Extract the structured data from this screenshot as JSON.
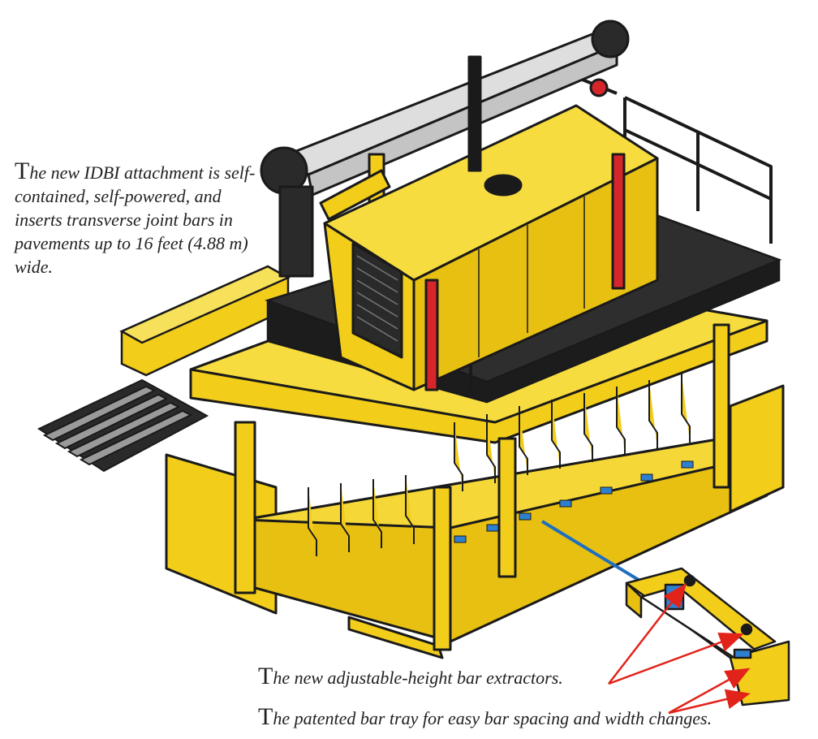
{
  "captions": {
    "intro_first": "T",
    "intro_rest": "he new IDBI attachment is self-contained, self-powered, and inserts transverse joint bars in pavements up to 16 feet (4.88 m) wide.",
    "extractors_first": "T",
    "extractors_rest": "he new adjustable-height bar extractors.",
    "tray_first": "T",
    "tray_rest": "he patented bar tray for easy bar spacing and width changes."
  },
  "colors": {
    "machine_yellow": "#f2cd1a",
    "machine_shade": "#c9a20a",
    "outline": "#1a1a1a",
    "deck_black": "#1c1c1c",
    "strap_red": "#d6262b",
    "crane_gray": "#dedede",
    "callout_blue": "#1f6fc0",
    "arrow_red": "#e2231a",
    "part_blue": "#2f7fd0"
  },
  "icons": [
    "machine-illustration",
    "crane-arm",
    "engine-enclosure",
    "bar-tray-detail",
    "callout-arrow"
  ]
}
